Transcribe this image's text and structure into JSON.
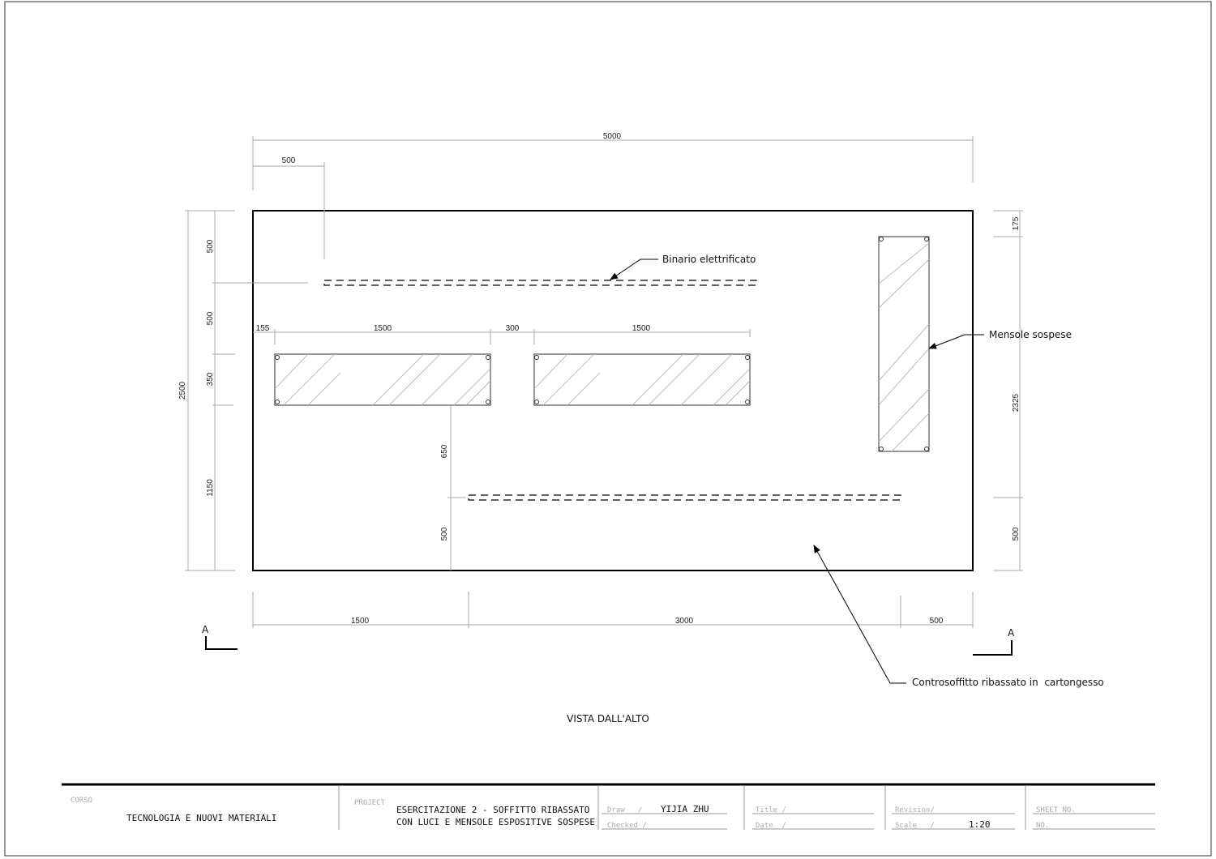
{
  "drawing": {
    "view_title": "VISTA DALL'ALTO",
    "section_mark_left": "A",
    "section_mark_right": "A",
    "labels": {
      "track": "Binario elettrificato",
      "shelves": "Mensole sospese",
      "ceiling": "Controsoffitto ribassato in  cartongesso"
    },
    "dimensions": {
      "overall_width": "5000",
      "track_offset_x": "500",
      "overall_depth": "2500",
      "left_chain": [
        "500",
        "500",
        "350",
        "1150"
      ],
      "shelf_row": [
        "155",
        "1500",
        "300",
        "1500"
      ],
      "mid_chain": [
        "650",
        "500"
      ],
      "right_chain": [
        "175",
        "2325",
        "500"
      ],
      "bottom_chain": [
        "1500",
        "3000",
        "500"
      ]
    }
  },
  "title_block": {
    "course_label": "CORSO",
    "course": "TECNOLOGIA E NUOVI MATERIALI",
    "project_label": "PROJECT",
    "project_line1": "ESERCITAZIONE 2 - SOFFITTO RIBASSATO",
    "project_line2": "CON LUCI E MENSOLE ESPOSITIVE SOSPESE",
    "draw_label": "Draw   /",
    "draw_value": "YIJIA ZHU",
    "checked_label": "Checked /",
    "title_label": "Title /",
    "date_label": "Date  /",
    "revision_label": "Revision/",
    "scale_label": "Scale   /",
    "scale_value": "1:20",
    "sheet_label": "SHEET NO.",
    "no_label": "NO."
  }
}
